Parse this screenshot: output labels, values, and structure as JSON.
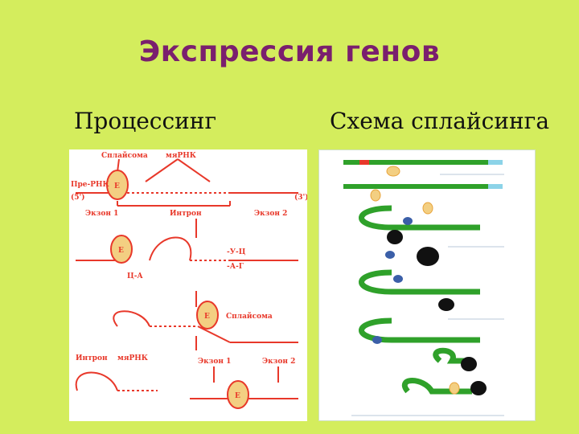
{
  "slide": {
    "title": "Экспрессия генов",
    "left_heading": "Процессинг",
    "right_heading": "Схема сплайсинга"
  },
  "left_diagram": {
    "labels": {
      "spliceosome": "Сплайсома",
      "mrna": "мяРНК",
      "premrna": "Пре-РНК",
      "five_prime": "(5')",
      "three_prime": "(3')",
      "exon1": "Экзон 1",
      "intron": "Интрон",
      "exon2": "Экзон 2",
      "spliceosome2": "Сплайсома",
      "intron2": "Интрон",
      "mrna2": "мяРНК",
      "exon1b": "Экзон 1",
      "exon2b": "Экзон 2",
      "e_letter": "Е",
      "ua": "Ц-А",
      "uc": "-У-Ц",
      "ag": "-А-Г"
    }
  },
  "colors": {
    "background": "#d4ed5d",
    "title": "#7a1f6e",
    "diagram_red": "#e8382a",
    "circle_fill": "#f3cf82",
    "loop_green": "#2fa12a",
    "black_node": "#111111"
  }
}
